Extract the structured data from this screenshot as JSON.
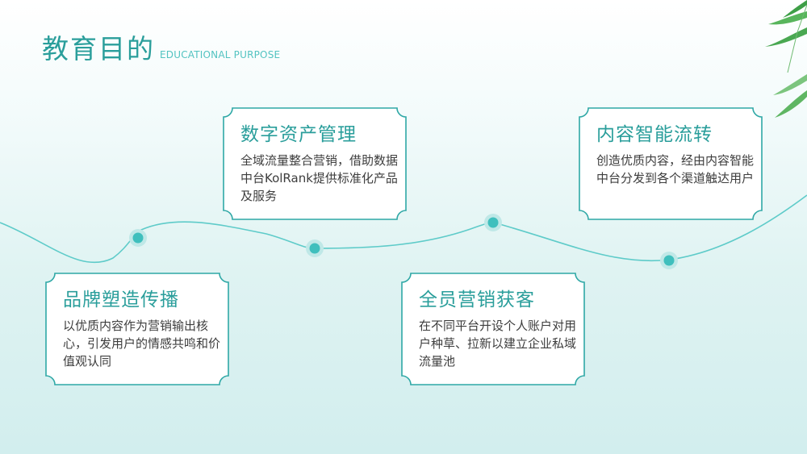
{
  "header": {
    "title": "教育目的",
    "subtitle": "EDUCATIONAL PURPOSE"
  },
  "colors": {
    "accent": "#2a9e9b",
    "line": "#5ecbc9",
    "dot": "#3fbfbd",
    "text": "#3d3d3d",
    "leaf": "#4caf50"
  },
  "cards": [
    {
      "title": "数字资产管理",
      "text": "全域流量整合营销，借助数据中台KolRank提供标准化产品及服务"
    },
    {
      "title": "内容智能流转",
      "text": "创造优质内容，经由内容智能中台分发到各个渠道触达用户"
    },
    {
      "title": "品牌塑造传播",
      "text": "以优质内容作为营销输出核心，引发用户的情感共鸣和价值观认同"
    },
    {
      "title": "全员营销获客",
      "text": "在不同平台开设个人账户对用户种草、拉新以建立企业私域流量池"
    }
  ],
  "decor": {
    "wave": "wave-line",
    "nodes": "timeline-node",
    "leaves": "bamboo-leaves-icon"
  }
}
